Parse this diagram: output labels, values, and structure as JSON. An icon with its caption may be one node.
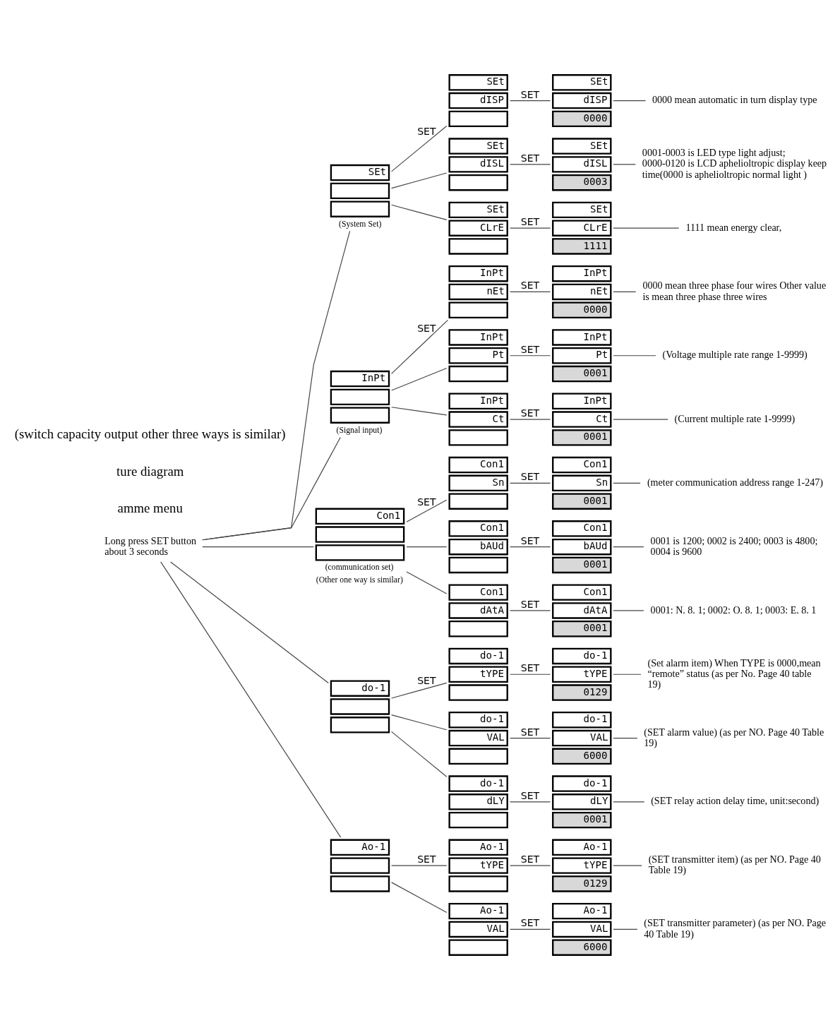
{
  "diagram": {
    "nodes": [
      {
        "text": [
          "Long press SET button about 3 seconds"
        ]
      },
      {
        "text": [
          "SEt"
        ],
        "beside": [
          "(System Set)"
        ]
      },
      {
        "text": [
          "SEt",
          "dISP"
        ]
      },
      {
        "text": [
          "SEt",
          "dISP",
          "0000"
        ]
      },
      {
        "text": [
          "0000 mean automatic in turn display type"
        ]
      },
      {
        "text": [
          "SEt",
          "dISL"
        ]
      },
      {
        "text": [
          "SEt",
          "dISL",
          "0003"
        ]
      },
      {
        "text": [
          "0001-0003 is LED type light adjust; 0000-0120 is LCD aphelioltropic display keep time(0000 is aphelioltropic normal light )"
        ]
      },
      {
        "text": [
          "SEt",
          "CLrE"
        ]
      },
      {
        "text": [
          "SEt",
          "CLrE",
          "1111"
        ]
      },
      {
        "text": [
          "1111 mean energy clear,"
        ]
      },
      {
        "text": [
          "InPt"
        ],
        "beside": [
          "(Signal input)"
        ]
      },
      {
        "text": [
          "InPt",
          "nEt"
        ]
      },
      {
        "text": [
          "InPt",
          "nEt",
          "0000"
        ]
      },
      {
        "text": [
          "0000 mean three phase four wires Other value is mean three phase three wires"
        ]
      },
      {
        "text": [
          "InPt",
          "Pt"
        ]
      },
      {
        "text": [
          "InPt",
          "Pt",
          "0001"
        ]
      },
      {
        "text": [
          "(Voltage multiple rate range 1-9999)"
        ]
      },
      {
        "text": [
          "InPt",
          "Ct"
        ]
      },
      {
        "text": [
          "InPt",
          "Ct",
          "0001"
        ]
      },
      {
        "text": [
          "(Current multiple rate 1-9999)"
        ]
      },
      {
        "text": [
          "Con1"
        ],
        "beside": [
          "(communication set)",
          "(Other one way is similar)"
        ]
      },
      {
        "text": [
          "Con1",
          "Sn"
        ]
      },
      {
        "text": [
          "Con1",
          "Sn",
          "0001"
        ]
      },
      {
        "text": [
          "(meter communication address range 1-247)"
        ]
      },
      {
        "text": [
          "Con1",
          "bAUd"
        ]
      },
      {
        "text": [
          "Con1",
          "bAUd",
          "0001"
        ]
      },
      {
        "text": [
          "0001 is 1200; 0002 is 2400; 0003 is 4800; 0004 is 9600"
        ]
      },
      {
        "text": [
          "Con1",
          "dAtA"
        ]
      },
      {
        "text": [
          "Con1",
          "dAtA",
          "0001"
        ]
      },
      {
        "text": [
          "0001: N. 8. 1; 0002: O. 8. 1; 0003: E. 8. 1"
        ]
      },
      {
        "text": [
          "do-1"
        ]
      },
      {
        "text": [
          "do-1",
          "tYPE"
        ]
      },
      {
        "text": [
          "do-1",
          "tYPE",
          "0129"
        ]
      },
      {
        "text": [
          "(Set alarm item) When TYPE is 0000,mean “remote” status (as per No. Page 40 table 19)"
        ]
      },
      {
        "text": [
          "do-1",
          "VAL"
        ]
      },
      {
        "text": [
          "do-1",
          "VAL",
          "6000"
        ]
      },
      {
        "text": [
          "(SET alarm value) (as per NO. Page 40 Table 19)"
        ]
      },
      {
        "text": [
          "do-1",
          "dLY"
        ]
      },
      {
        "text": [
          "do-1",
          "dLY",
          "0001"
        ]
      },
      {
        "text": [
          "(SET relay action delay time, unit:second)"
        ]
      },
      {
        "text": [
          "Ao-1"
        ]
      },
      {
        "text": [
          "Ao-1",
          "tYPE"
        ]
      },
      {
        "text": [
          "Ao-1",
          "tYPE",
          "0129"
        ]
      },
      {
        "text": [
          "(SET transmitter item) (as per NO. Page 40 Table 19)"
        ]
      },
      {
        "text": [
          "Ao-1",
          "VAL"
        ]
      },
      {
        "text": [
          "Ao-1",
          "VAL",
          "6000"
        ]
      },
      {
        "text": [
          "(SET transmitter parameter) (as per NO. Page 40 Table 19)"
        ]
      }
    ],
    "edges": [
      {
        "from": 0,
        "to": 1,
        "arrow": "none"
      },
      {
        "from": 0,
        "to": 11,
        "arrow": "none"
      },
      {
        "from": 0,
        "to": 21,
        "arrow": "none"
      },
      {
        "from": 0,
        "to": 31,
        "arrow": "none"
      },
      {
        "from": 0,
        "to": 41,
        "arrow": "none"
      },
      {
        "from": 1,
        "to": 2,
        "arrow": "none",
        "label": "SET"
      },
      {
        "from": 2,
        "to": 3,
        "arrow": "none",
        "label": "SET"
      },
      {
        "from": 3,
        "to": 4,
        "arrow": "none"
      },
      {
        "from": 1,
        "to": 5,
        "arrow": "none"
      },
      {
        "from": 5,
        "to": 6,
        "arrow": "none",
        "label": "SET"
      },
      {
        "from": 6,
        "to": 7,
        "arrow": "none"
      },
      {
        "from": 1,
        "to": 8,
        "arrow": "none"
      },
      {
        "from": 8,
        "to": 9,
        "arrow": "none",
        "label": "SET"
      },
      {
        "from": 9,
        "to": 10,
        "arrow": "none"
      },
      {
        "from": 11,
        "to": 12,
        "arrow": "none",
        "label": "SET"
      },
      {
        "from": 12,
        "to": 13,
        "arrow": "none",
        "label": "SET"
      },
      {
        "from": 13,
        "to": 14,
        "arrow": "none"
      },
      {
        "from": 11,
        "to": 15,
        "arrow": "none"
      },
      {
        "from": 15,
        "to": 16,
        "arrow": "none",
        "label": "SET"
      },
      {
        "from": 16,
        "to": 17,
        "arrow": "none"
      },
      {
        "from": 11,
        "to": 18,
        "arrow": "none"
      },
      {
        "from": 18,
        "to": 19,
        "arrow": "none",
        "label": "SET"
      },
      {
        "from": 19,
        "to": 20,
        "arrow": "none"
      },
      {
        "from": 21,
        "to": 22,
        "arrow": "none",
        "label": "SET"
      },
      {
        "from": 22,
        "to": 23,
        "arrow": "none",
        "label": "SET"
      },
      {
        "from": 23,
        "to": 24,
        "arrow": "none"
      },
      {
        "from": 21,
        "to": 25,
        "arrow": "none"
      },
      {
        "from": 25,
        "to": 26,
        "arrow": "none",
        "label": "SET"
      },
      {
        "from": 26,
        "to": 27,
        "arrow": "none"
      },
      {
        "from": 21,
        "to": 28,
        "arrow": "none"
      },
      {
        "from": 28,
        "to": 29,
        "arrow": "none",
        "label": "SET"
      },
      {
        "from": 29,
        "to": 30,
        "arrow": "none"
      },
      {
        "from": 31,
        "to": 32,
        "arrow": "none",
        "label": "SET"
      },
      {
        "from": 32,
        "to": 33,
        "arrow": "none",
        "label": "SET"
      },
      {
        "from": 33,
        "to": 34,
        "arrow": "none"
      },
      {
        "from": 31,
        "to": 35,
        "arrow": "none"
      },
      {
        "from": 35,
        "to": 36,
        "arrow": "none",
        "label": "SET"
      },
      {
        "from": 36,
        "to": 37,
        "arrow": "none"
      },
      {
        "from": 31,
        "to": 38,
        "arrow": "none"
      },
      {
        "from": 38,
        "to": 39,
        "arrow": "none",
        "label": "SET"
      },
      {
        "from": 39,
        "to": 40,
        "arrow": "none"
      },
      {
        "from": 41,
        "to": 42,
        "arrow": "none",
        "label": "SET"
      },
      {
        "from": 42,
        "to": 43,
        "arrow": "none",
        "label": "SET"
      },
      {
        "from": 43,
        "to": 44,
        "arrow": "none"
      },
      {
        "from": 41,
        "to": 45,
        "arrow": "none"
      },
      {
        "from": 45,
        "to": 46,
        "arrow": "none",
        "label": "SET"
      },
      {
        "from": 46,
        "to": 47,
        "arrow": "none"
      }
    ],
    "labels": [
      "amme menu",
      "ture diagram",
      "(switch capacity output other three ways is similar)"
    ]
  }
}
